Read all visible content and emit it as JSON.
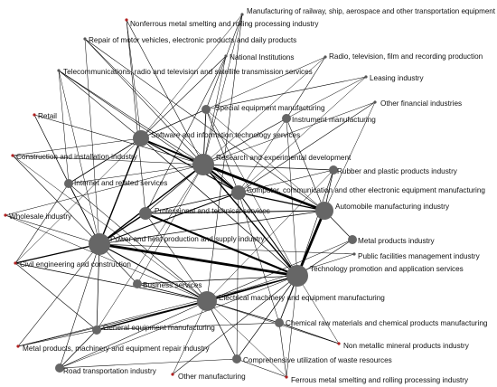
{
  "diagram": {
    "type": "network",
    "nodes": [
      {
        "id": "rail",
        "label": "Manufacturing of railway, ship, aerospace and other transportation equipment",
        "kind": "tiny-grey"
      },
      {
        "id": "nonferrous",
        "label": "Nonferrous metal smelting and rolling processing industry",
        "kind": "tiny-red"
      },
      {
        "id": "repair",
        "label": "Repair of motor vehicles, electronic products and daily products",
        "kind": "tiny-grey"
      },
      {
        "id": "national",
        "label": "National Institutions",
        "kind": "tiny-grey"
      },
      {
        "id": "radio",
        "label": "Radio, television, film and recording production",
        "kind": "tiny-grey"
      },
      {
        "id": "telecom",
        "label": "Telecommunications, radio and television and satellite transmission services",
        "kind": "tiny-grey"
      },
      {
        "id": "leasing",
        "label": "Leasing industry",
        "kind": "tiny-grey"
      },
      {
        "id": "otherfin",
        "label": "Other financial industries",
        "kind": "tiny-grey"
      },
      {
        "id": "retail",
        "label": "Retail",
        "kind": "tiny-red"
      },
      {
        "id": "special",
        "label": "Special equipment manufacturing",
        "kind": "small"
      },
      {
        "id": "instrument",
        "label": "Instrument manufacturing",
        "kind": "small"
      },
      {
        "id": "software",
        "label": "Software and information technology services",
        "kind": "big"
      },
      {
        "id": "construction",
        "label": "Construction and installation industry",
        "kind": "tiny-red"
      },
      {
        "id": "research",
        "label": "Research and experimental development",
        "kind": "big"
      },
      {
        "id": "rubber",
        "label": "Rubber and plastic products industry",
        "kind": "small"
      },
      {
        "id": "internet",
        "label": "Internet and related services",
        "kind": "small"
      },
      {
        "id": "computer",
        "label": "Computer, communication and other electronic equipment manufacturing",
        "kind": "big"
      },
      {
        "id": "wholesale",
        "label": "Wholesale industry",
        "kind": "tiny-red"
      },
      {
        "id": "professional",
        "label": "Professional and technical services",
        "kind": "big"
      },
      {
        "id": "automobile",
        "label": "Automobile manufacturing industry",
        "kind": "big"
      },
      {
        "id": "power",
        "label": "Power and heat production and supply industry",
        "kind": "big"
      },
      {
        "id": "metalprod",
        "label": "Metal products industry",
        "kind": "small"
      },
      {
        "id": "civil",
        "label": "Civil engineering and construction",
        "kind": "tiny-red"
      },
      {
        "id": "publicfac",
        "label": "Public facilities management industry",
        "kind": "tiny-grey"
      },
      {
        "id": "techpromo",
        "label": "Technology promotion and application services",
        "kind": "big"
      },
      {
        "id": "business",
        "label": "Business services",
        "kind": "small"
      },
      {
        "id": "electrical",
        "label": "Electrical machinery and equipment manufacturing",
        "kind": "big"
      },
      {
        "id": "chemraw",
        "label": "Chemical raw materials and chemical products manufacturing",
        "kind": "small"
      },
      {
        "id": "general",
        "label": "General equipment manufacturing",
        "kind": "small"
      },
      {
        "id": "nonmetal",
        "label": "Non metallic mineral products industry",
        "kind": "tiny-red"
      },
      {
        "id": "metalrepair",
        "label": "Metal products, machinery and equipment repair industry",
        "kind": "tiny-red"
      },
      {
        "id": "waste",
        "label": "Comprehensive utilization of waste resources",
        "kind": "small"
      },
      {
        "id": "road",
        "label": "Road transportation industry",
        "kind": "small"
      },
      {
        "id": "othermfg",
        "label": "Other manufacturing",
        "kind": "tiny-red"
      },
      {
        "id": "ferrous",
        "label": "Ferrous metal smelting and rolling processing industry",
        "kind": "tiny-red"
      }
    ],
    "edges": [
      [
        "power",
        "techpromo",
        4
      ],
      [
        "research",
        "automobile",
        4
      ],
      [
        "automobile",
        "techpromo",
        4
      ],
      [
        "research",
        "computer",
        3
      ],
      [
        "professional",
        "techpromo",
        3
      ],
      [
        "software",
        "research",
        2.5
      ],
      [
        "power",
        "professional",
        2
      ],
      [
        "power",
        "research",
        2
      ],
      [
        "research",
        "techpromo",
        2
      ],
      [
        "computer",
        "automobile",
        2
      ],
      [
        "electrical",
        "techpromo",
        2
      ],
      [
        "general",
        "electrical",
        2
      ],
      [
        "civil",
        "power",
        2
      ],
      [
        "power",
        "software",
        2
      ],
      [
        "power",
        "electrical",
        1.5
      ],
      [
        "power",
        "computer",
        1.5
      ],
      [
        "software",
        "computer",
        1.5
      ],
      [
        "professional",
        "automobile",
        1.5
      ],
      [
        "software",
        "internet",
        1.2
      ],
      [
        "internet",
        "power",
        1.2
      ],
      [
        "special",
        "research",
        1.2
      ],
      [
        "special",
        "software",
        1
      ],
      [
        "instrument",
        "research",
        1
      ],
      [
        "computer",
        "techpromo",
        1.5
      ],
      [
        "automobile",
        "metalprod",
        1
      ],
      [
        "automobile",
        "rubber",
        1
      ],
      [
        "research",
        "rubber",
        1
      ],
      [
        "techpromo",
        "chemraw",
        1
      ],
      [
        "electrical",
        "chemraw",
        1
      ],
      [
        "general",
        "techpromo",
        1
      ],
      [
        "electrical",
        "business",
        1
      ],
      [
        "business",
        "techpromo",
        1
      ],
      [
        "general",
        "power",
        1
      ],
      [
        "general",
        "road",
        1
      ],
      [
        "waste",
        "techpromo",
        1
      ],
      [
        "waste",
        "electrical",
        1
      ],
      [
        "chemraw",
        "nonmetal",
        1
      ],
      [
        "chemraw",
        "ferrous",
        0.8
      ],
      [
        "waste",
        "ferrous",
        0.8
      ],
      [
        "othermfg",
        "techpromo",
        0.8
      ],
      [
        "road",
        "waste",
        0.8
      ],
      [
        "road",
        "electrical",
        0.8
      ],
      [
        "metalrepair",
        "electrical",
        0.8
      ],
      [
        "metalrepair",
        "general",
        0.8
      ],
      [
        "civil",
        "general",
        0.8
      ],
      [
        "wholesale",
        "power",
        0.8
      ],
      [
        "construction",
        "power",
        0.8
      ],
      [
        "construction",
        "software",
        0.8
      ],
      [
        "retail",
        "research",
        0.8
      ],
      [
        "retail",
        "internet",
        0.8
      ],
      [
        "telecom",
        "software",
        0.8
      ],
      [
        "telecom",
        "research",
        0.8
      ],
      [
        "telecom",
        "computer",
        0.8
      ],
      [
        "repair",
        "research",
        0.8
      ],
      [
        "repair",
        "automobile",
        0.8
      ],
      [
        "nonferrous",
        "research",
        0.8
      ],
      [
        "nonferrous",
        "professional",
        0.8
      ],
      [
        "national",
        "professional",
        0.8
      ],
      [
        "national",
        "software",
        0.8
      ],
      [
        "rail",
        "special",
        0.8
      ],
      [
        "rail",
        "electrical",
        0.8
      ],
      [
        "radio",
        "instrument",
        0.8
      ],
      [
        "leasing",
        "special",
        0.8
      ],
      [
        "otherfin",
        "computer",
        0.8
      ],
      [
        "instrument",
        "automobile",
        0.8
      ],
      [
        "special",
        "computer",
        0.8
      ],
      [
        "rubber",
        "computer",
        0.8
      ],
      [
        "rubber",
        "techpromo",
        0.8
      ],
      [
        "metalprod",
        "electrical",
        0.8
      ],
      [
        "publicfac",
        "power",
        0.8
      ],
      [
        "professional",
        "electrical",
        0.8
      ],
      [
        "software",
        "techpromo",
        1
      ],
      [
        "internet",
        "electrical",
        0.8
      ],
      [
        "internet",
        "civil",
        0.8
      ],
      [
        "civil",
        "electrical",
        1
      ],
      [
        "power",
        "automobile",
        1
      ],
      [
        "professional",
        "computer",
        1
      ],
      [
        "business",
        "power",
        0.8
      ],
      [
        "general",
        "chemraw",
        0.8
      ],
      [
        "road",
        "power",
        0.8
      ],
      [
        "metalrepair",
        "power",
        0.8
      ],
      [
        "wholesale",
        "electrical",
        0.6
      ],
      [
        "construction",
        "electrical",
        0.6
      ],
      [
        "retail",
        "power",
        0.6
      ],
      [
        "repair",
        "power",
        0.6
      ],
      [
        "telecom",
        "power",
        0.6
      ],
      [
        "nonferrous",
        "software",
        0.6
      ],
      [
        "rail",
        "research",
        0.6
      ],
      [
        "radio",
        "research",
        0.6
      ],
      [
        "leasing",
        "computer",
        0.6
      ],
      [
        "otherfin",
        "automobile",
        0.6
      ],
      [
        "instrument",
        "computer",
        0.6
      ],
      [
        "special",
        "automobile",
        0.6
      ],
      [
        "nonmetal",
        "electrical",
        0.6
      ],
      [
        "ferrous",
        "electrical",
        0.6
      ],
      [
        "othermfg",
        "electrical",
        0.6
      ],
      [
        "publicfac",
        "electrical",
        0.6
      ],
      [
        "metalprod",
        "techpromo",
        0.8
      ],
      [
        "automobile",
        "chemraw",
        0.6
      ],
      [
        "rubber",
        "electrical",
        0.6
      ],
      [
        "software",
        "automobile",
        0.8
      ],
      [
        "internet",
        "research",
        0.6
      ],
      [
        "professional",
        "research",
        1
      ],
      [
        "general",
        "research",
        0.6
      ],
      [
        "business",
        "research",
        0.6
      ],
      [
        "civil",
        "software",
        0.6
      ],
      [
        "construction",
        "research",
        0.6
      ],
      [
        "wholesale",
        "research",
        0.5
      ],
      [
        "telecom",
        "internet",
        0.6
      ],
      [
        "repair",
        "computer",
        0.5
      ],
      [
        "national",
        "research",
        0.5
      ],
      [
        "road",
        "techpromo",
        0.6
      ],
      [
        "waste",
        "computer",
        0.5
      ],
      [
        "chemraw",
        "computer",
        0.5
      ],
      [
        "instrument",
        "techpromo",
        0.5
      ],
      [
        "special",
        "techpromo",
        0.5
      ],
      [
        "leasing",
        "instrument",
        0.5
      ],
      [
        "otherfin",
        "research",
        0.5
      ],
      [
        "radio",
        "special",
        0.5
      ],
      [
        "rail",
        "software",
        0.5
      ],
      [
        "metalrepair",
        "techpromo",
        0.5
      ],
      [
        "nonmetal",
        "techpromo",
        0.5
      ],
      [
        "ferrous",
        "techpromo",
        0.5
      ]
    ]
  }
}
